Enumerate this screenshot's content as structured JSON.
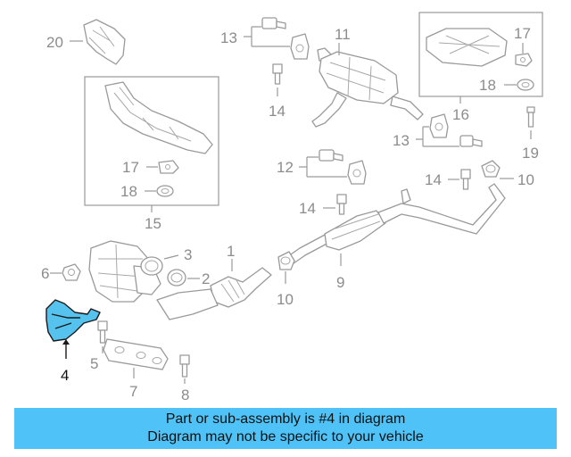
{
  "callouts": {
    "c1": "1",
    "c2": "2",
    "c3": "3",
    "c4": "4",
    "c5": "5",
    "c6": "6",
    "c7": "7",
    "c8": "8",
    "c9": "9",
    "c10a": "10",
    "c10b": "10",
    "c11": "11",
    "c12": "12",
    "c13a": "13",
    "c13b": "13",
    "c14a": "14",
    "c14b": "14",
    "c14c": "14",
    "c15": "15",
    "c16": "16",
    "c17a": "17",
    "c17b": "17",
    "c18a": "18",
    "c18b": "18",
    "c19": "19",
    "c20": "20"
  },
  "highlighted_part": "4",
  "colors": {
    "highlight": "#55c3ee",
    "banner": "#4fc3f7",
    "line": "#9a9a9a"
  },
  "banner": {
    "line1": "Part or sub-assembly is #4 in diagram",
    "line2": "Diagram may not be specific to your vehicle"
  }
}
